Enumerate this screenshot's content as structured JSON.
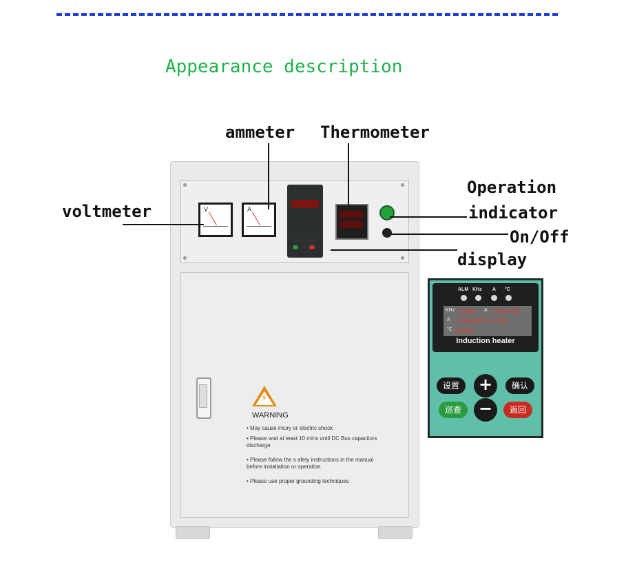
{
  "header": {
    "title": "Appearance description"
  },
  "callouts": {
    "ammeter": "ammeter",
    "thermometer": "Thermometer",
    "voltmeter": "voltmeter",
    "operation_indicator_line1": "Operation",
    "operation_indicator_line2": "indicator",
    "on_off": "On/Off",
    "display": "display"
  },
  "meters": {
    "voltmeter_letter": "V",
    "ammeter_letter": "A"
  },
  "warning": {
    "title": "WARNING",
    "items": [
      "May cause iniury or electric shock",
      "Please wait at least 10 mins until DC Bus capacitors discharge",
      "Please follow the s afety instructions in the manual before installation or operation",
      "Please use proper grounding techniques"
    ]
  },
  "control_panel": {
    "indicators": [
      "ALM",
      "KHz",
      "A",
      "°C"
    ],
    "lcd_rows": [
      {
        "key": "KHz",
        "text": "工作频率",
        "key2": "A",
        "text2": "工作输入电流"
      },
      {
        "key": "A",
        "text": "工作输出电流",
        "key2": "",
        "text2": "00-07相位"
      },
      {
        "key": "°C",
        "text": "主机温度",
        "key2": "",
        "text2": ""
      }
    ],
    "brand": "Induction heater",
    "buttons": {
      "settings": "设置",
      "plus": "+",
      "confirm": "确认",
      "patrol": "巡查",
      "minus": "−",
      "back": "返回"
    }
  },
  "colors": {
    "title_green": "#1fb24a",
    "dashed_line_blue": "#1f3fd8",
    "panel_teal": "#5fbfa8",
    "indicator_green": "#22a23b"
  }
}
